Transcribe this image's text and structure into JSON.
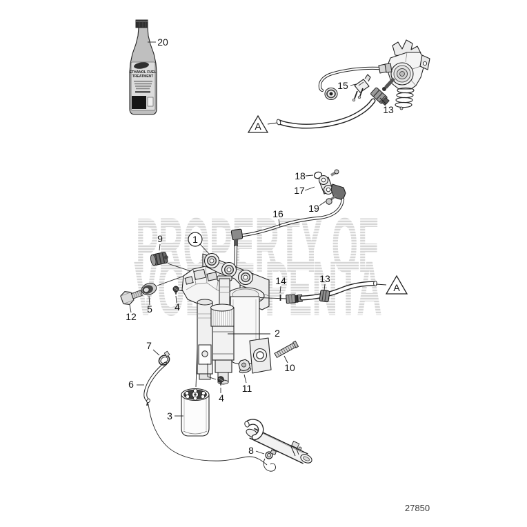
{
  "watermark": {
    "line1": "PROPERTY OF",
    "line2": "VOLVO PENTA"
  },
  "drawing_number": "27850",
  "bottle": {
    "label_line1": "ETHANOL FUEL",
    "label_line2": "TREATMENT"
  },
  "view_markers": {
    "top": "A",
    "middle": "A"
  },
  "callouts": {
    "c1": "1",
    "c2": "2",
    "c3": "3",
    "c4a": "4",
    "c4b": "4",
    "c5": "5",
    "c6": "6",
    "c7": "7",
    "c8": "8",
    "c9": "9",
    "c10": "10",
    "c11": "11",
    "c12": "12",
    "c13a": "13",
    "c13b": "13",
    "c14": "14",
    "c15": "15",
    "c16": "16",
    "c17": "17",
    "c18": "18",
    "c19": "19",
    "c20": "20"
  }
}
